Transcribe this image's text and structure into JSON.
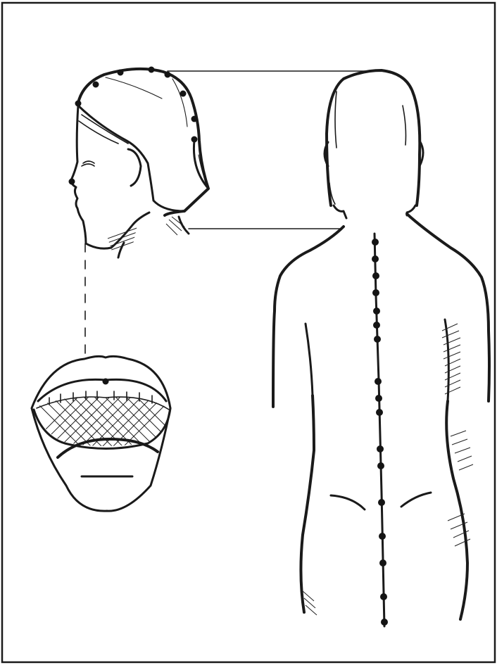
{
  "colors": {
    "ink": "#1a1a1a",
    "paper": "#ffffff"
  },
  "figures": [
    {
      "id": "head-profile",
      "icon": "head-side-view"
    },
    {
      "id": "open-mouth",
      "icon": "mouth-open-view"
    },
    {
      "id": "back-torso",
      "icon": "back-view-torso"
    }
  ],
  "spine_point_count": 17,
  "scalp_point_count": 8
}
